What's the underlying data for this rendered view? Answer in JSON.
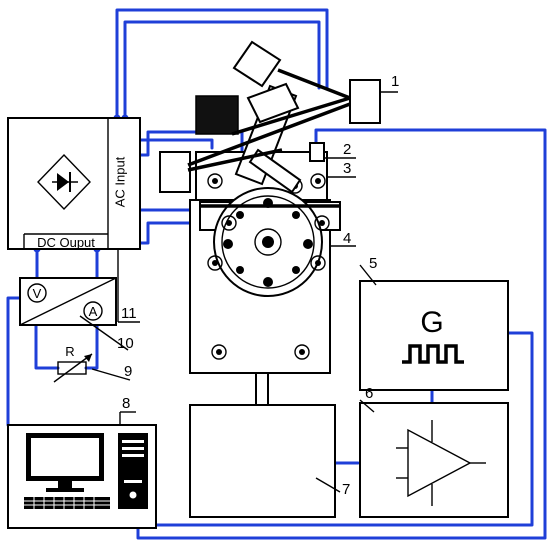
{
  "labels": {
    "ac_input": "AC Input",
    "dc_output": "DC Ouput",
    "voltmeter": "V",
    "ammeter": "A",
    "resistor": "R",
    "generator": "G"
  },
  "callouts": [
    {
      "id": "1",
      "text": "1"
    },
    {
      "id": "2",
      "text": "2"
    },
    {
      "id": "3",
      "text": "3"
    },
    {
      "id": "4",
      "text": "4"
    },
    {
      "id": "5",
      "text": "5"
    },
    {
      "id": "6",
      "text": "6"
    },
    {
      "id": "7",
      "text": "7"
    },
    {
      "id": "8",
      "text": "8"
    },
    {
      "id": "9",
      "text": "9"
    },
    {
      "id": "10",
      "text": "10"
    },
    {
      "id": "11",
      "text": "11"
    }
  ],
  "colors": {
    "wire": "#1f3fd8",
    "line": "#000000",
    "background": "#ffffff"
  },
  "icons": [
    "rectifier-diode-icon",
    "generator-pulse-icon",
    "amplifier-triangle-icon",
    "computer-icon",
    "variable-resistor-icon"
  ]
}
